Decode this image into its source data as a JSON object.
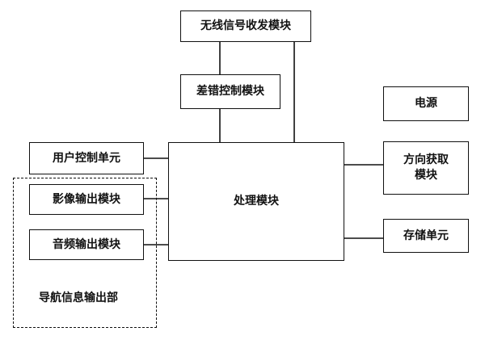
{
  "diagram": {
    "wireless": "无线信号收发模块",
    "error_control": "差错控制模块",
    "power": "电源",
    "user_control": "用户控制单元",
    "processing": "处理模块",
    "direction": "方向获取模块",
    "image_output": "影像输出模块",
    "audio_output": "音频输出模块",
    "storage": "存储单元",
    "nav_group_label": "导航信息输出部"
  }
}
